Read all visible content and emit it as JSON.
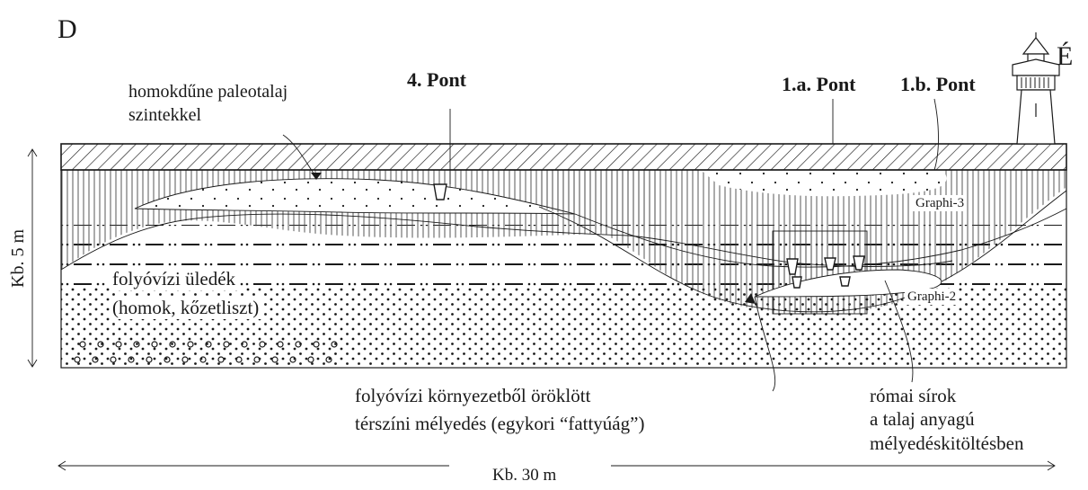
{
  "labels": {
    "south": "D",
    "north": "É",
    "point_4": "4.  Pont",
    "point_1a": "1.a. Pont",
    "point_1b": "1.b. Pont",
    "dune_line1": "homokdűne paleotalaj",
    "dune_line2": "szintekkel",
    "fluvial_line1": "folyóvízi üledék",
    "fluvial_line2": "(homok, kőzetliszt)",
    "graphi3": "Graphi-3",
    "graphi2": "Graphi-2",
    "depression_line1": "folyóvízi környezetből öröklött",
    "depression_line2": "térszíni mélyedés (egykori “fattyúág”)",
    "graves_line1": "római sírok",
    "graves_line2": "a talaj anyagú",
    "graves_line3": "mélyedéskitöltésben",
    "height": "Kb. 5 m",
    "width": "Kb. 30 m"
  },
  "colors": {
    "ink": "#1a1a1a",
    "background": "#ffffff"
  },
  "icons": [
    "watchtower-icon",
    "grave-pit-icon"
  ]
}
